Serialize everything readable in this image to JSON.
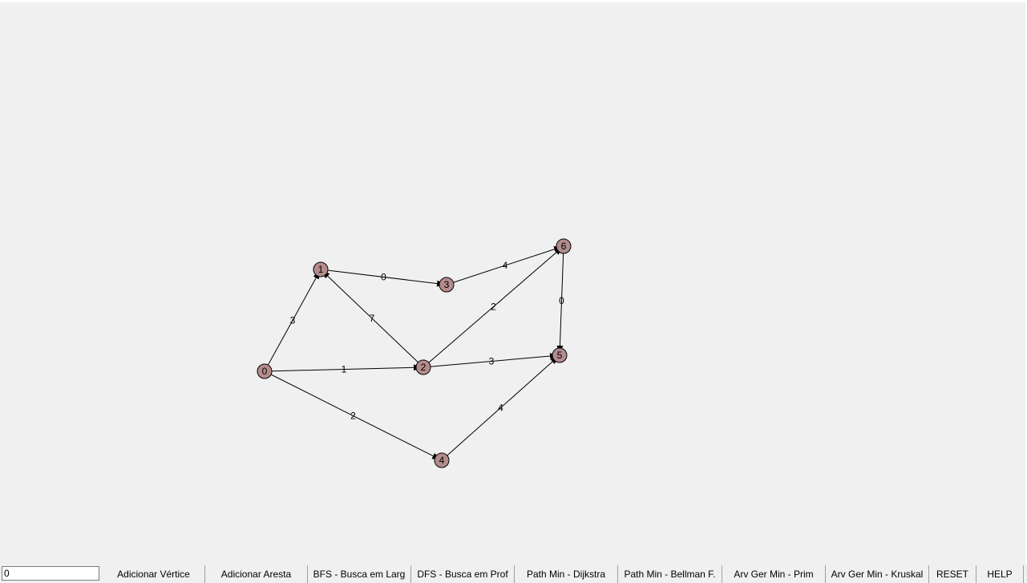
{
  "input": {
    "value": "0"
  },
  "toolbar": {
    "buttons": [
      {
        "id": "add-vertex",
        "label": "Adicionar Vértice"
      },
      {
        "id": "add-edge",
        "label": "Adicionar Aresta"
      },
      {
        "id": "bfs",
        "label": "BFS - Busca em Larg"
      },
      {
        "id": "dfs",
        "label": "DFS - Busca em Prof"
      },
      {
        "id": "dijkstra",
        "label": "Path Min - Dijkstra"
      },
      {
        "id": "bellman-ford",
        "label": "Path Min - Bellman F."
      },
      {
        "id": "prim",
        "label": "Arv Ger Min - Prim"
      },
      {
        "id": "kruskal",
        "label": "Arv Ger Min - Kruskal"
      },
      {
        "id": "reset",
        "label": "RESET"
      },
      {
        "id": "help",
        "label": "HELP"
      }
    ]
  },
  "graph": {
    "colors": {
      "vertex_fill": "#b48c8c",
      "edge": "#000000"
    },
    "vertices": [
      {
        "id": 0,
        "label": "0"
      },
      {
        "id": 1,
        "label": "1"
      },
      {
        "id": 2,
        "label": "2"
      },
      {
        "id": 3,
        "label": "3"
      },
      {
        "id": 4,
        "label": "4"
      },
      {
        "id": 5,
        "label": "5"
      },
      {
        "id": 6,
        "label": "6"
      }
    ],
    "edges": [
      {
        "from": 0,
        "to": 1,
        "weight": "3"
      },
      {
        "from": 0,
        "to": 2,
        "weight": "1"
      },
      {
        "from": 0,
        "to": 4,
        "weight": "2"
      },
      {
        "from": 1,
        "to": 3,
        "weight": "0"
      },
      {
        "from": 2,
        "to": 1,
        "weight": "7"
      },
      {
        "from": 2,
        "to": 6,
        "weight": "2"
      },
      {
        "from": 2,
        "to": 5,
        "weight": "3"
      },
      {
        "from": 3,
        "to": 6,
        "weight": "4"
      },
      {
        "from": 6,
        "to": 5,
        "weight": "0"
      },
      {
        "from": 4,
        "to": 5,
        "weight": "4"
      }
    ]
  }
}
